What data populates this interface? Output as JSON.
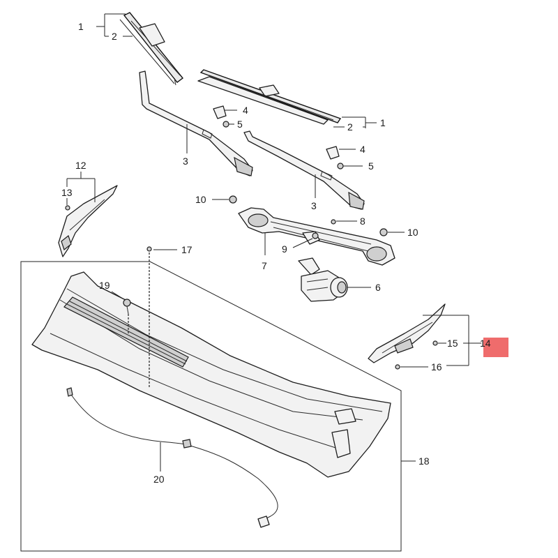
{
  "callouts": {
    "c1a": "1",
    "c2a": "2",
    "c1b": "1",
    "c2b": "2",
    "c3a": "3",
    "c3b": "3",
    "c4a": "4",
    "c5a": "5",
    "c4b": "4",
    "c5b": "5",
    "c6": "6",
    "c7": "7",
    "c8": "8",
    "c9": "9",
    "c10a": "10",
    "c10b": "10",
    "c12": "12",
    "c13": "13",
    "c14": "14",
    "c15": "15",
    "c16": "16",
    "c17": "17",
    "c18": "18",
    "c19": "19",
    "c20": "20"
  },
  "highlight_color": "#ef6c6c"
}
